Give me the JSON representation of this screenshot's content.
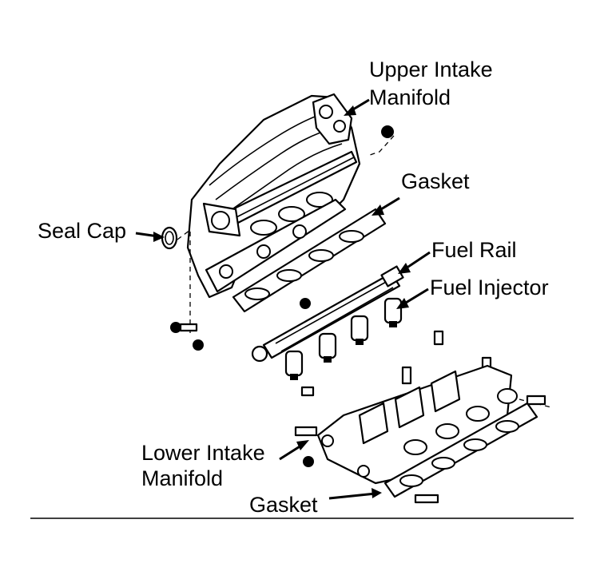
{
  "labels": {
    "upper_intake_line1": "Upper Intake",
    "upper_intake_line2": "Manifold",
    "gasket_upper": "Gasket",
    "seal_cap": "Seal Cap",
    "fuel_rail": "Fuel Rail",
    "fuel_injector": "Fuel Injector",
    "lower_intake_line1": "Lower Intake",
    "lower_intake_line2": "Manifold",
    "gasket_lower": "Gasket"
  },
  "colors": {
    "ink": "#000000",
    "background": "#ffffff"
  }
}
